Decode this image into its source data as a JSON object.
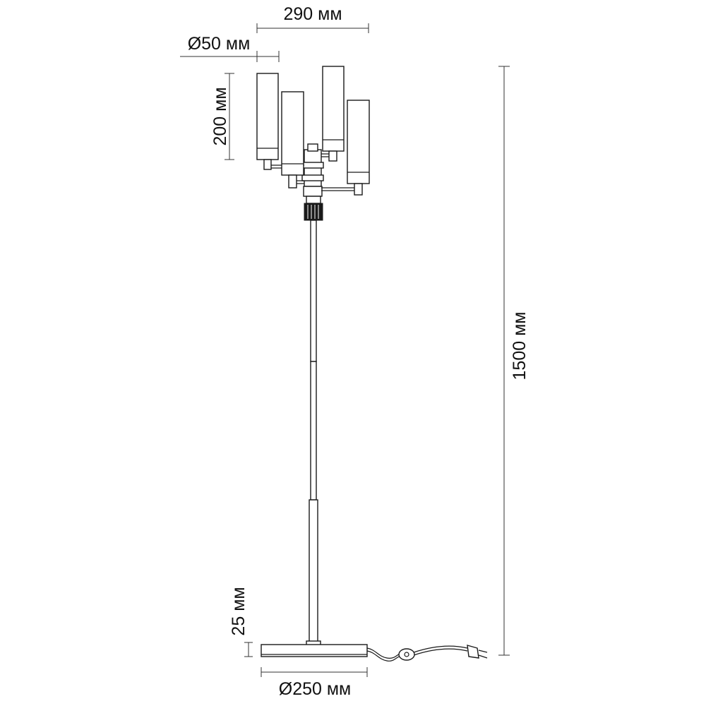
{
  "drawing": {
    "subject": "floor-lamp-technical-drawing",
    "dimensions": {
      "width_total": "290 мм",
      "shade_diameter": "Ø50 мм",
      "shade_height": "200 мм",
      "total_height": "1500 мм",
      "base_height": "25 мм",
      "base_diameter": "Ø250 мм"
    },
    "colors": {
      "line": "#1a1a1a",
      "dimension_line": "#333333",
      "background": "#ffffff"
    }
  }
}
